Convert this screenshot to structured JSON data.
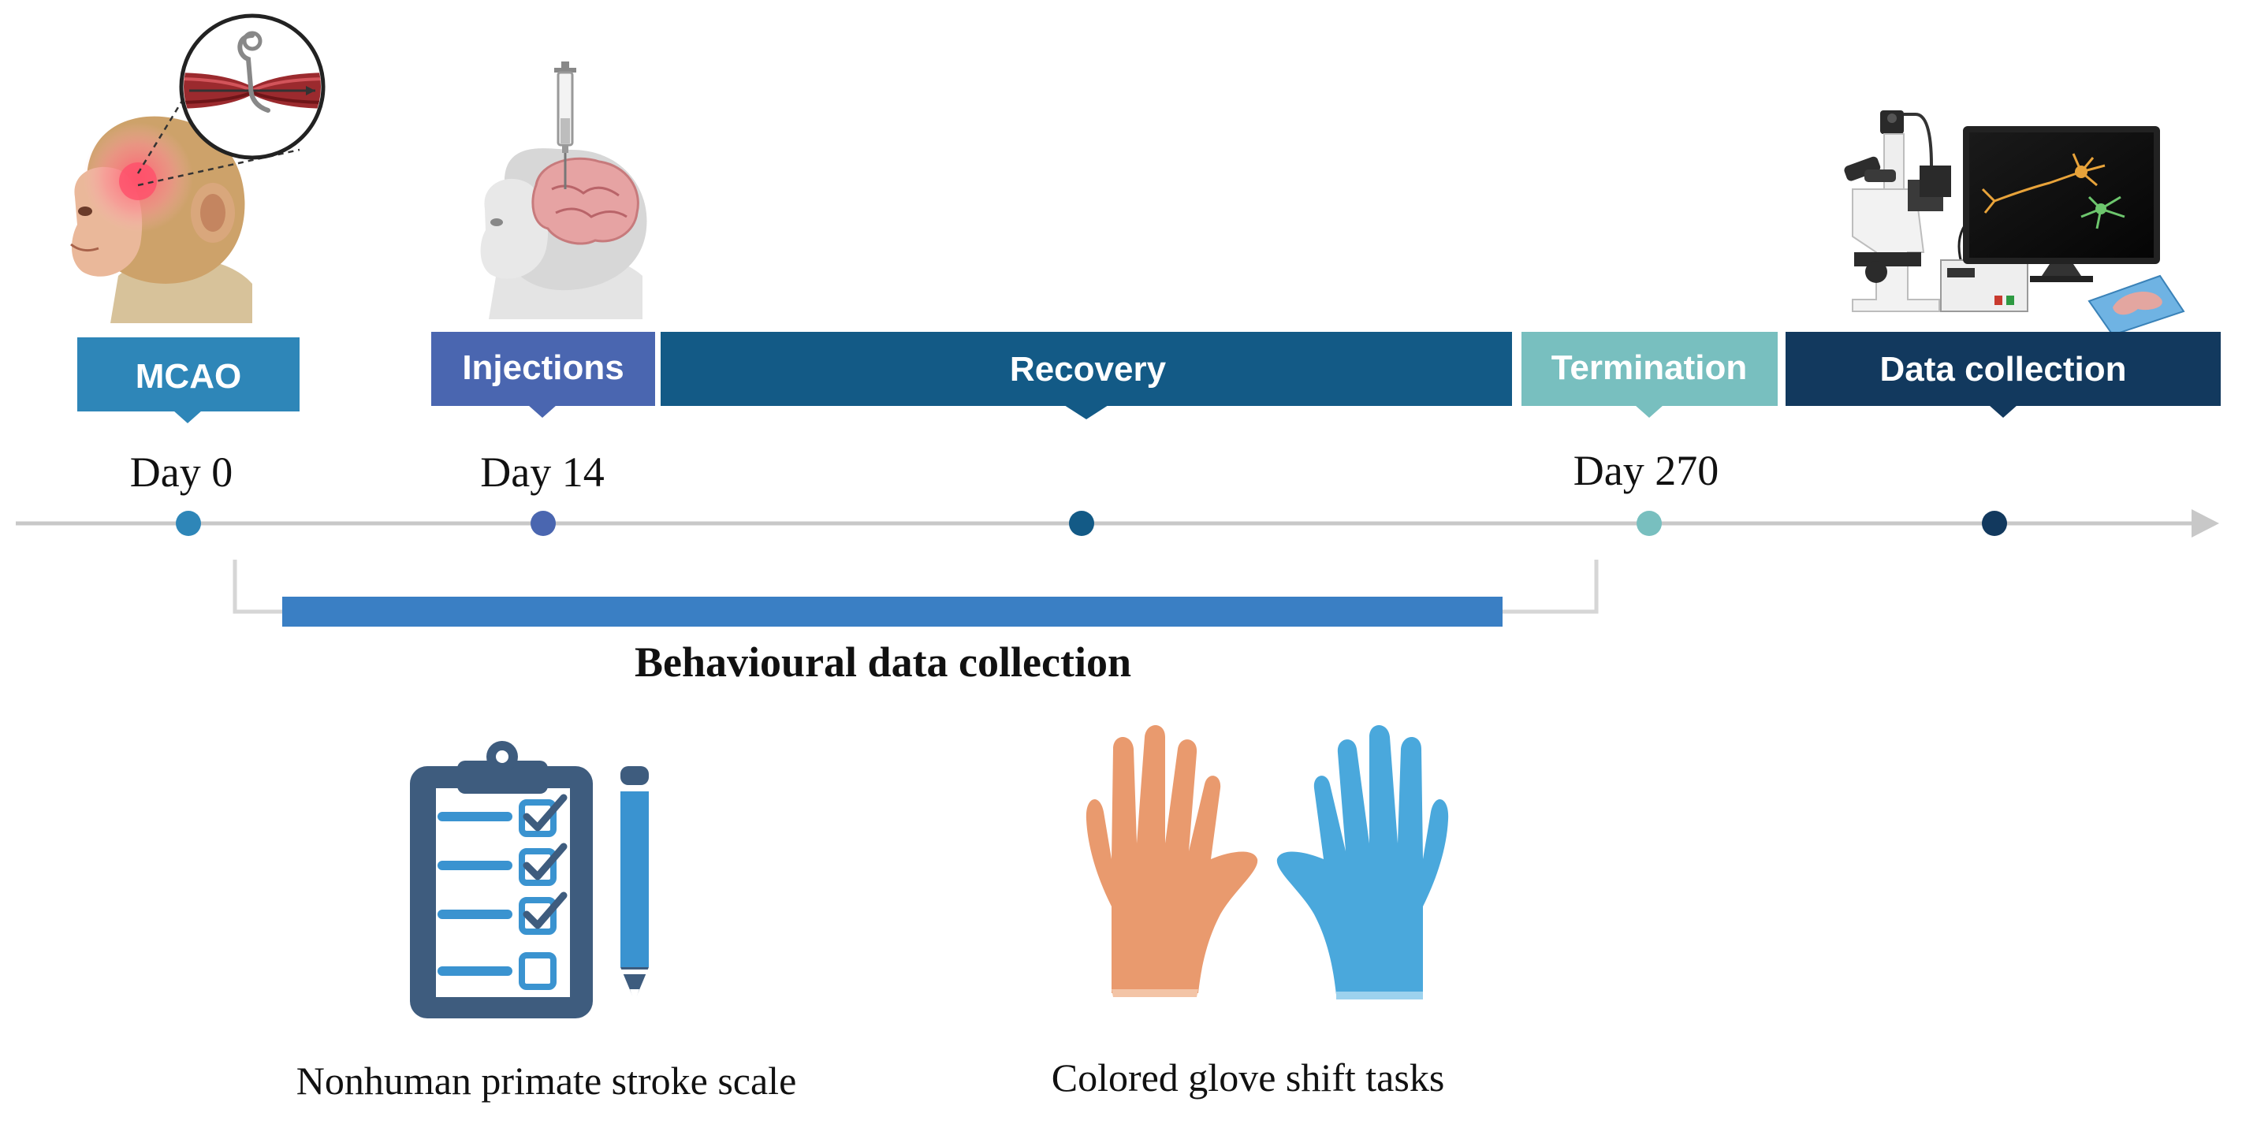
{
  "phases": [
    {
      "label": "MCAO",
      "color": "#2E86B8"
    },
    {
      "label": "Injections",
      "color": "#4A66B0"
    },
    {
      "label": "Recovery",
      "color": "#135A86"
    },
    {
      "label": "Termination",
      "color": "#78BFBF"
    },
    {
      "label": "Data collection",
      "color": "#12395E"
    }
  ],
  "days": [
    "Day 0",
    "Day 14",
    "Day 270"
  ],
  "behaviour": {
    "title": "Behavioural data collection",
    "bar_color": "#3A7FC4"
  },
  "tasks": [
    "Nonhuman primate stroke scale",
    "Colored glove shift tasks"
  ],
  "icons": {
    "mcao": "monkey-stroke-icon",
    "injection": "monkey-syringe-icon",
    "lab": "microscope-monitor-icon",
    "clipboard": "clipboard-checklist-icon",
    "pencil": "pencil-icon",
    "gloves": "hands-gloves-icon"
  },
  "colors": {
    "axis": "#c8c8c8",
    "clip": "#3E5C7E",
    "check": "#3A93D0",
    "skin": "#E99A6E",
    "glove": "#4AA8DC"
  }
}
